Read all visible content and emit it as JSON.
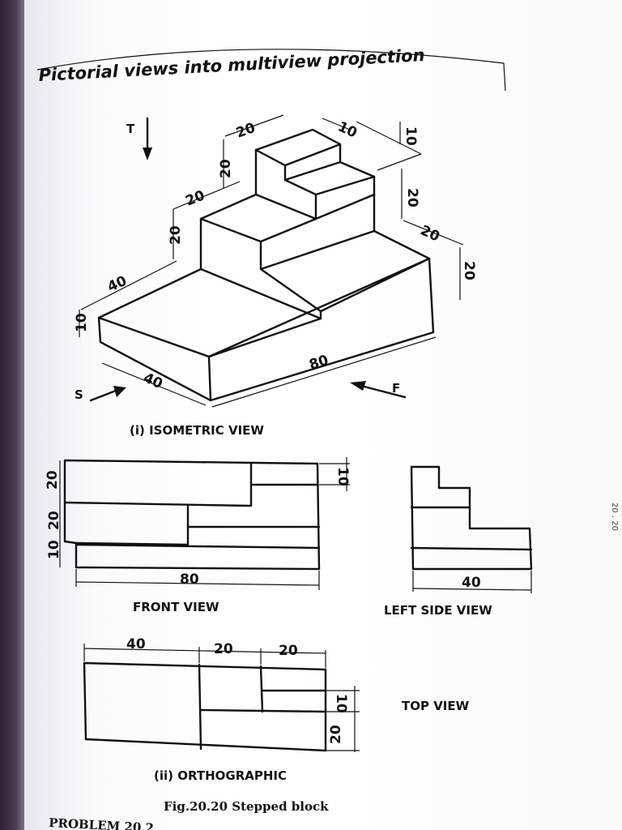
{
  "header": {
    "title": "Pictorial views into multiview projection"
  },
  "isometric": {
    "arrow_top": "T",
    "arrow_side": "S",
    "arrow_front": "F",
    "dims": {
      "top_width": "20",
      "step_depth": "10",
      "step_height_right": "10",
      "upper_height": "20",
      "mid_width": "20",
      "mid_height": "20",
      "right_height_mid": "20",
      "right_depth": "20",
      "right_height_low": "20",
      "base_depth": "40",
      "base_height": "10",
      "base_width_front": "40",
      "length": "80"
    },
    "caption": "(i) ISOMETRIC VIEW"
  },
  "front_view": {
    "dims": {
      "h_top": "20",
      "h_mid": "20",
      "h_base": "10",
      "h_step": "10",
      "length": "80"
    },
    "caption": "FRONT VIEW"
  },
  "left_side_view": {
    "dims": {
      "width": "40"
    },
    "caption": "LEFT SIDE VIEW"
  },
  "top_view": {
    "dims": {
      "w1": "40",
      "w2": "20",
      "w3": "20",
      "d1": "10",
      "d2": "20"
    },
    "caption": "TOP VIEW"
  },
  "orthographic_caption": "(ii) ORTHOGRAPHIC",
  "figure_caption": "Fig.20.20  Stepped block",
  "footer_text": "PROBLEM 20.2"
}
